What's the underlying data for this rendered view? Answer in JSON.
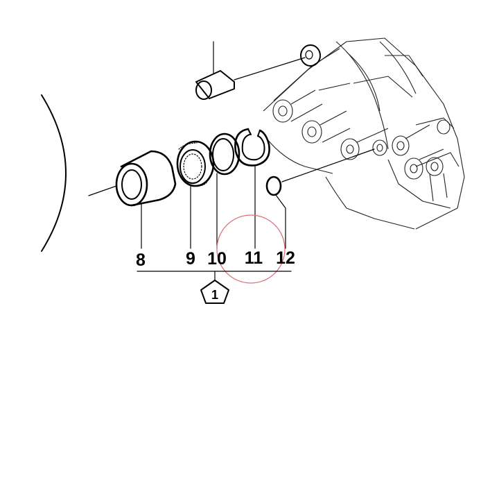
{
  "diagram": {
    "callouts": [
      {
        "id": "part-8",
        "label": "8"
      },
      {
        "id": "part-9",
        "label": "9"
      },
      {
        "id": "part-10",
        "label": "10"
      },
      {
        "id": "part-11",
        "label": "11"
      },
      {
        "id": "part-12",
        "label": "12"
      }
    ],
    "kit_symbol": {
      "label": "1"
    },
    "highlight_color": "#d9737a",
    "line_color": "#000000"
  }
}
